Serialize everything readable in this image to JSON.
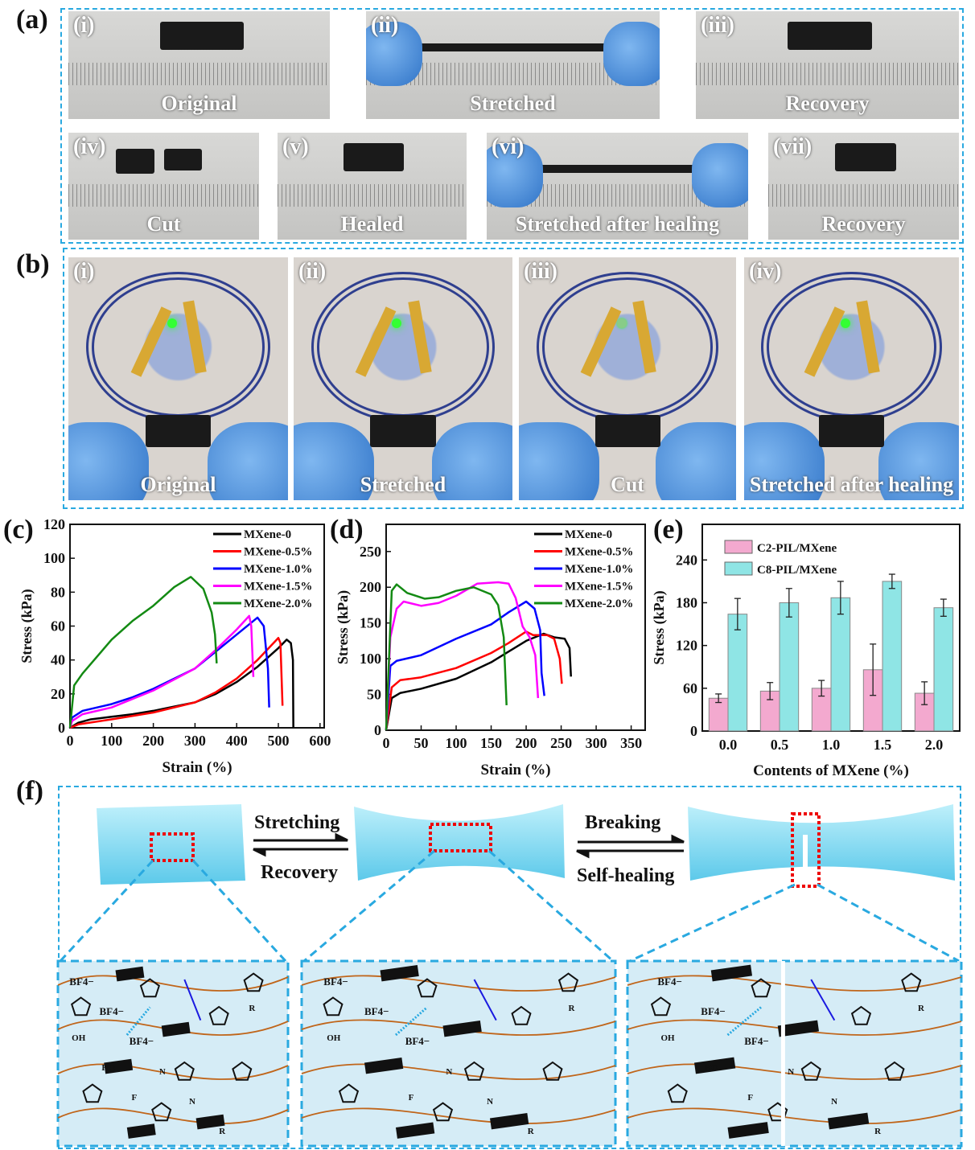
{
  "panels": {
    "a": "(a)",
    "b": "(b)",
    "c": "(c)",
    "d": "(d)",
    "e": "(e)",
    "f": "(f)"
  },
  "photos_a": [
    {
      "roman": "(i)",
      "caption": "Original"
    },
    {
      "roman": "(ii)",
      "caption": "Stretched"
    },
    {
      "roman": "(iii)",
      "caption": "Recovery"
    },
    {
      "roman": "(iv)",
      "caption": "Cut"
    },
    {
      "roman": "(v)",
      "caption": "Healed"
    },
    {
      "roman": "(vi)",
      "caption": "Stretched after healing"
    },
    {
      "roman": "(vii)",
      "caption": "Recovery"
    }
  ],
  "photos_b": [
    {
      "roman": "(i)",
      "caption": "Original",
      "led": "on"
    },
    {
      "roman": "(ii)",
      "caption": "Stretched",
      "led": "on"
    },
    {
      "roman": "(iii)",
      "caption": "Cut",
      "led": "dim"
    },
    {
      "roman": "(iv)",
      "caption": "Stretched after healing",
      "led": "on"
    }
  ],
  "colors": {
    "black": "#000000",
    "red": "#ff0000",
    "blue": "#0000ff",
    "magenta": "#ff00ff",
    "green": "#138a13",
    "accent": "#29a9e0",
    "c2": "#f3a9cf",
    "c8": "#8fe5e5"
  },
  "chart_data": [
    {
      "type": "line",
      "panel": "c",
      "xlabel": "Strain (%)",
      "ylabel": "Stress (kPa)",
      "xlim": [
        0,
        610
      ],
      "ylim": [
        0,
        120
      ],
      "xticks": [
        0,
        100,
        200,
        300,
        400,
        500,
        600
      ],
      "yticks": [
        0,
        20,
        40,
        60,
        80,
        100,
        120
      ],
      "legend": "top-right",
      "series": [
        {
          "name": "MXene-0",
          "color": "#000000",
          "points": [
            [
              0,
              0
            ],
            [
              20,
              3
            ],
            [
              50,
              5
            ],
            [
              100,
              6.5
            ],
            [
              150,
              8
            ],
            [
              200,
              10
            ],
            [
              250,
              12.5
            ],
            [
              300,
              15
            ],
            [
              350,
              20
            ],
            [
              400,
              27
            ],
            [
              450,
              36
            ],
            [
              500,
              47
            ],
            [
              520,
              52
            ],
            [
              530,
              50
            ],
            [
              535,
              40
            ],
            [
              536,
              0
            ]
          ]
        },
        {
          "name": "MXene-0.5%",
          "color": "#ff0000",
          "points": [
            [
              0,
              0
            ],
            [
              20,
              2
            ],
            [
              100,
              5
            ],
            [
              200,
              9
            ],
            [
              300,
              15
            ],
            [
              350,
              21
            ],
            [
              400,
              29
            ],
            [
              450,
              40
            ],
            [
              500,
              53
            ],
            [
              505,
              50
            ],
            [
              510,
              13
            ]
          ]
        },
        {
          "name": "MXene-1.0%",
          "color": "#0000ff",
          "points": [
            [
              0,
              0
            ],
            [
              5,
              6
            ],
            [
              30,
              10
            ],
            [
              100,
              14
            ],
            [
              150,
              18
            ],
            [
              200,
              23
            ],
            [
              300,
              35
            ],
            [
              350,
              45
            ],
            [
              400,
              55
            ],
            [
              450,
              65
            ],
            [
              465,
              60
            ],
            [
              475,
              35
            ],
            [
              478,
              12
            ]
          ]
        },
        {
          "name": "MXene-1.5%",
          "color": "#ff00ff",
          "points": [
            [
              0,
              0
            ],
            [
              5,
              4
            ],
            [
              30,
              8
            ],
            [
              100,
              12
            ],
            [
              200,
              22
            ],
            [
              300,
              35
            ],
            [
              350,
              46
            ],
            [
              400,
              58
            ],
            [
              430,
              66
            ],
            [
              435,
              60
            ],
            [
              440,
              30
            ]
          ]
        },
        {
          "name": "MXene-2.0%",
          "color": "#138a13",
          "points": [
            [
              0,
              0
            ],
            [
              10,
              25
            ],
            [
              30,
              32
            ],
            [
              100,
              52
            ],
            [
              150,
              63
            ],
            [
              200,
              72
            ],
            [
              250,
              83
            ],
            [
              290,
              89
            ],
            [
              320,
              82
            ],
            [
              340,
              68
            ],
            [
              348,
              55
            ],
            [
              352,
              38
            ]
          ]
        }
      ]
    },
    {
      "type": "line",
      "panel": "d",
      "xlabel": "Strain (%)",
      "ylabel": "Stress (kPa)",
      "xlim": [
        0,
        370
      ],
      "ylim": [
        0,
        288
      ],
      "xticks": [
        0,
        50,
        100,
        150,
        200,
        250,
        300,
        350
      ],
      "yticks": [
        0,
        50,
        100,
        150,
        200,
        250
      ],
      "legend": "top-right",
      "series": [
        {
          "name": "MXene-0",
          "color": "#000000",
          "points": [
            [
              0,
              0
            ],
            [
              8,
              45
            ],
            [
              20,
              52
            ],
            [
              50,
              58
            ],
            [
              100,
              72
            ],
            [
              150,
              95
            ],
            [
              175,
              110
            ],
            [
              200,
              125
            ],
            [
              225,
              135
            ],
            [
              240,
              130
            ],
            [
              255,
              128
            ],
            [
              262,
              115
            ],
            [
              264,
              75
            ]
          ]
        },
        {
          "name": "MXene-0.5%",
          "color": "#ff0000",
          "points": [
            [
              0,
              0
            ],
            [
              8,
              60
            ],
            [
              20,
              70
            ],
            [
              50,
              74
            ],
            [
              100,
              87
            ],
            [
              150,
              108
            ],
            [
              175,
              122
            ],
            [
              200,
              138
            ],
            [
              210,
              133
            ],
            [
              230,
              133
            ],
            [
              240,
              128
            ],
            [
              248,
              100
            ],
            [
              251,
              65
            ]
          ]
        },
        {
          "name": "MXene-1.0%",
          "color": "#0000ff",
          "points": [
            [
              0,
              0
            ],
            [
              6,
              90
            ],
            [
              15,
              97
            ],
            [
              50,
              105
            ],
            [
              100,
              128
            ],
            [
              150,
              148
            ],
            [
              175,
              165
            ],
            [
              200,
              180
            ],
            [
              212,
              170
            ],
            [
              220,
              140
            ],
            [
              222,
              80
            ],
            [
              226,
              48
            ]
          ]
        },
        {
          "name": "MXene-1.5%",
          "color": "#ff00ff",
          "points": [
            [
              0,
              0
            ],
            [
              6,
              130
            ],
            [
              15,
              170
            ],
            [
              25,
              180
            ],
            [
              50,
              174
            ],
            [
              75,
              178
            ],
            [
              100,
              188
            ],
            [
              130,
              205
            ],
            [
              160,
              207
            ],
            [
              175,
              205
            ],
            [
              185,
              185
            ],
            [
              195,
              145
            ],
            [
              205,
              130
            ],
            [
              213,
              105
            ],
            [
              217,
              45
            ]
          ]
        },
        {
          "name": "MXene-2.0%",
          "color": "#138a13",
          "points": [
            [
              0,
              0
            ],
            [
              8,
              195
            ],
            [
              15,
              204
            ],
            [
              30,
              192
            ],
            [
              55,
              184
            ],
            [
              75,
              186
            ],
            [
              100,
              195
            ],
            [
              125,
              200
            ],
            [
              150,
              190
            ],
            [
              160,
              175
            ],
            [
              168,
              130
            ],
            [
              172,
              35
            ]
          ]
        }
      ]
    },
    {
      "type": "bar",
      "panel": "e",
      "xlabel": "Contents of MXene (%)",
      "ylabel": "Stress (kPa)",
      "ylim": [
        0,
        290
      ],
      "categories": [
        "0.0",
        "0.5",
        "1.0",
        "1.5",
        "2.0"
      ],
      "yticks": [
        0,
        60,
        120,
        180,
        240
      ],
      "legend": "top-left",
      "series": [
        {
          "name": "C2-PIL/MXene",
          "color": "#f3a9cf",
          "values": [
            46,
            56,
            60,
            86,
            53
          ],
          "errors": [
            6,
            12,
            11,
            36,
            16
          ]
        },
        {
          "name": "C8-PIL/MXene",
          "color": "#8fe5e5",
          "values": [
            164,
            180,
            187,
            210,
            173
          ],
          "errors": [
            22,
            20,
            23,
            10,
            12
          ]
        }
      ]
    }
  ],
  "scheme": {
    "stretching": "Stretching",
    "recovery": "Recovery",
    "breaking": "Breaking",
    "self_healing": "Self-healing",
    "labels": [
      "BF4−",
      "BF4−",
      "BF4−",
      "N",
      "N",
      "R",
      "R",
      "OH",
      "HO",
      "F"
    ]
  }
}
